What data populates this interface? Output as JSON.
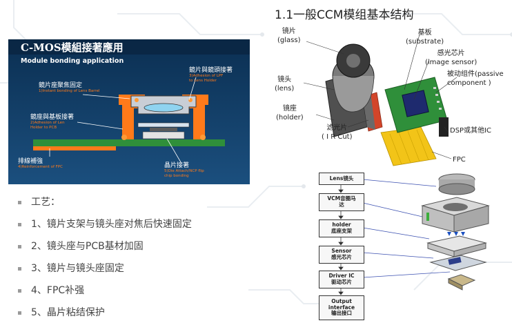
{
  "title": "1.1一般CCM模组基本结构",
  "bonding_panel": {
    "heading": "C-MOS模組接著應用",
    "subheading": "Module bonding application",
    "annotations": [
      {
        "zh": "鏡片座聚焦固定",
        "en": "1)Instant bonding of Lens Barrel"
      },
      {
        "zh": "鏡片與鏡頭接著",
        "en": "3)Adhesion of LPF\nto Lens Holder"
      },
      {
        "zh": "鏡座與基板接著",
        "en": "2)Adhesion of Len\nHolder to PCB"
      },
      {
        "zh": "排線補強",
        "en": "4)Reinforcement of FPC"
      },
      {
        "zh": "晶片接著",
        "en": "5)Die Attach/NCP flip\nchip bonding"
      }
    ]
  },
  "process": {
    "label": "工艺：",
    "steps": [
      "1、镜片支架与镜头座对焦后快速固定",
      "2、镜头座与PCB基材加固",
      "3、镜片与镜头座固定",
      "4、FPC补强",
      "5、晶片粘结保护"
    ]
  },
  "ccm_labels": {
    "glass": "镜片\n(glass)",
    "lens": "镜头\n(lens)",
    "holder": "镜座\n(holder)",
    "ircut": "滤光片\n( I R Cut)",
    "substrate": "基板\n(substrate)",
    "sensor": "感光芯片\n(image sensor)",
    "passive": "被动组件(passive\ncomponent )",
    "dsp": "DSP或其他IC",
    "fpc": "FPC"
  },
  "flow": [
    "Lens镜头",
    "VCM音圈马\n达",
    "holder\n底座支架",
    "Sensor\n感光芯片",
    "Driver IC\n驱动芯片",
    "Output\ninterface\n输出接口"
  ],
  "colors": {
    "panel_bg": "#0e3a63",
    "accent_orange": "#ff7a1a",
    "pcb_green": "#2f8f3a",
    "fpc_yellow": "#f2c418"
  }
}
